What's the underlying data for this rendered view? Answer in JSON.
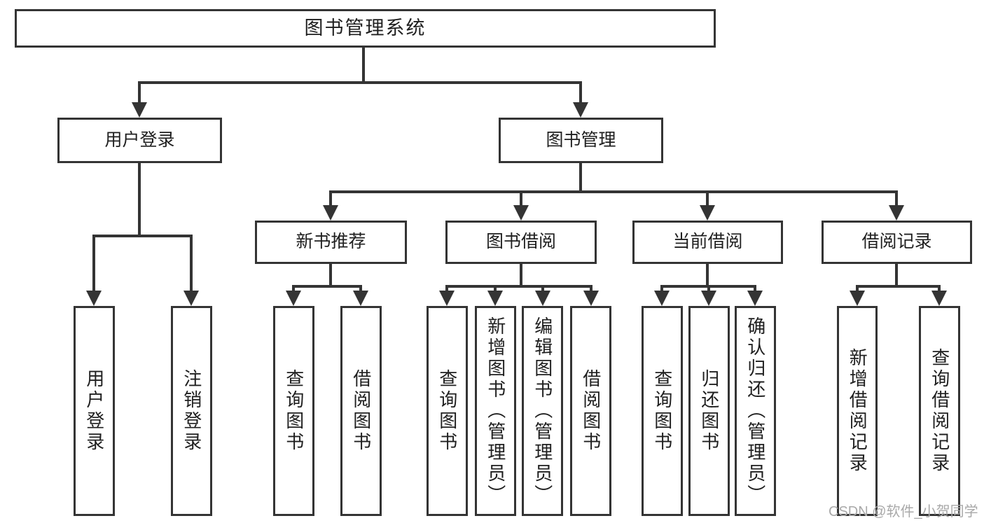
{
  "diagram": {
    "title": "图书管理系统",
    "watermark": "CSDN @软件_小贺同学",
    "colors": {
      "line": "#343434",
      "text": "#1f1f1f",
      "box_bg": "#ffffff",
      "bg": "#ffffff",
      "watermark": "#a9a9a9"
    },
    "nodes": {
      "root": {
        "label": "图书管理系统"
      },
      "user_login": {
        "label": "用户登录"
      },
      "book_management": {
        "label": "图书管理"
      },
      "new_book_recommend": {
        "label": "新书推荐"
      },
      "book_borrow": {
        "label": "图书借阅"
      },
      "current_borrow": {
        "label": "当前借阅"
      },
      "borrow_records": {
        "label": "借阅记录"
      },
      "user_login_leaf": {
        "label": "用户登录"
      },
      "logout_leaf": {
        "label": "注销登录"
      },
      "query_books_1": {
        "label": "查询图书"
      },
      "borrow_books_1": {
        "label": "借阅图书"
      },
      "query_books_2": {
        "label": "查询图书"
      },
      "add_books_admin": {
        "label": "新增图书（管理员）"
      },
      "edit_books_admin": {
        "label": "编辑图书（管理员）"
      },
      "borrow_books_2": {
        "label": "借阅图书"
      },
      "query_books_3": {
        "label": "查询图书"
      },
      "return_books": {
        "label": "归还图书"
      },
      "confirm_return_admin": {
        "label": "确认归还（管理员）"
      },
      "add_borrow_record": {
        "label": "新增借阅记录"
      },
      "query_borrow_record": {
        "label": "查询借阅记录"
      }
    },
    "structure": [
      {
        "parent": "图书管理系统",
        "children": [
          "用户登录",
          "图书管理"
        ]
      },
      {
        "parent": "用户登录",
        "children": [
          "用户登录",
          "注销登录"
        ]
      },
      {
        "parent": "图书管理",
        "children": [
          "新书推荐",
          "图书借阅",
          "当前借阅",
          "借阅记录"
        ]
      },
      {
        "parent": "新书推荐",
        "children": [
          "查询图书",
          "借阅图书"
        ]
      },
      {
        "parent": "图书借阅",
        "children": [
          "查询图书",
          "新增图书（管理员）",
          "编辑图书（管理员）",
          "借阅图书"
        ]
      },
      {
        "parent": "当前借阅",
        "children": [
          "查询图书",
          "归还图书",
          "确认归还（管理员）"
        ]
      },
      {
        "parent": "借阅记录",
        "children": [
          "新增借阅记录",
          "查询借阅记录"
        ]
      }
    ]
  }
}
